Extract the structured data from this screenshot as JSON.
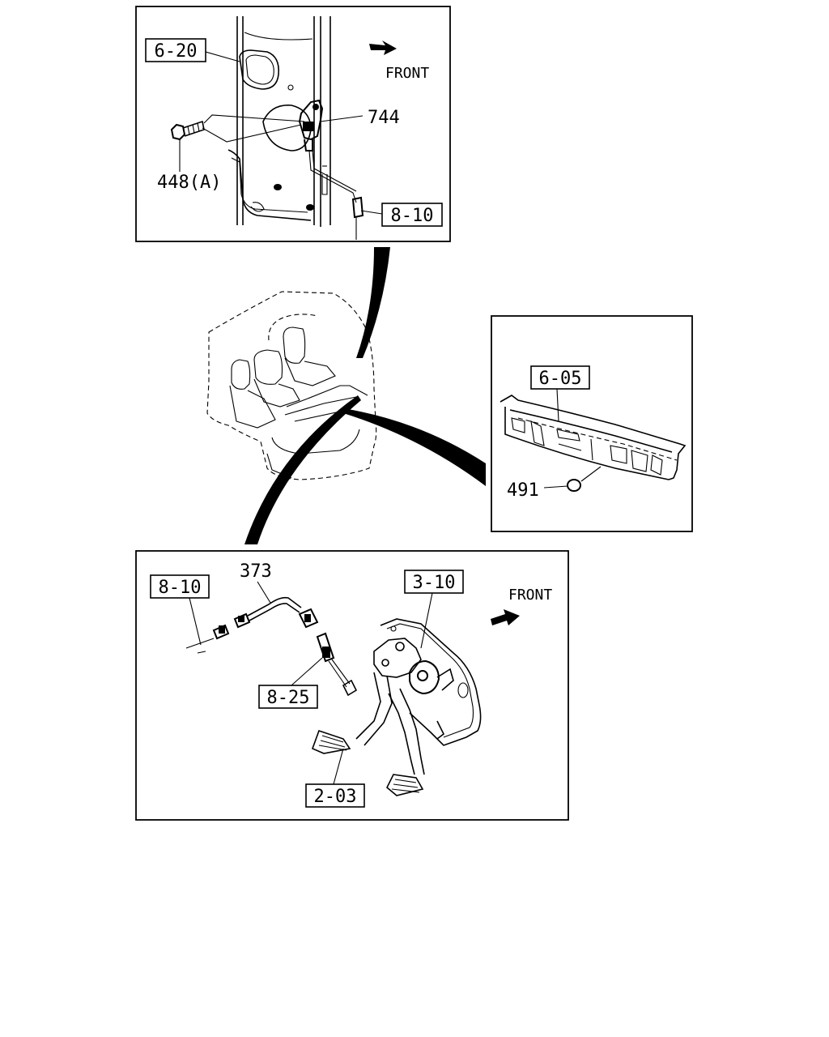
{
  "insets": {
    "top": {
      "ref_box": "6-20",
      "connector_ref": "8-10",
      "front_label": "FRONT",
      "callouts": [
        "744",
        "448(A)"
      ]
    },
    "right": {
      "ref_box": "6-05",
      "callouts": [
        "491"
      ]
    },
    "bottom": {
      "ref_boxes": [
        "8-10",
        "3-10",
        "8-25",
        "2-03"
      ],
      "front_label": "FRONT",
      "callouts": [
        "373"
      ]
    }
  },
  "icons": [
    "front-arrow-icon",
    "front-arrow-icon"
  ]
}
